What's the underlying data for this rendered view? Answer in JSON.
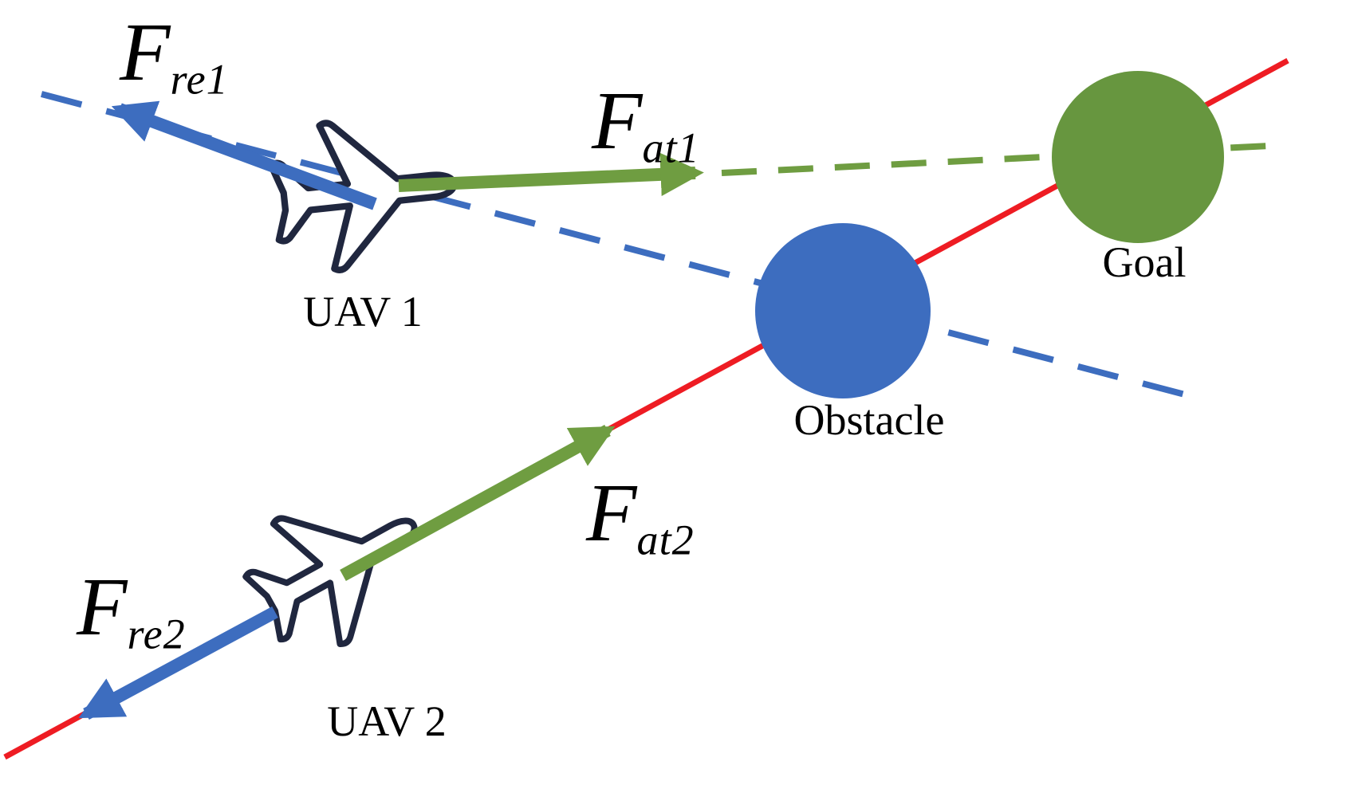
{
  "diagram": {
    "description": "Artificial potential field path-planning figure with two UAVs, an obstacle and a goal",
    "labels": {
      "f_re1": {
        "base": "F",
        "sub": "re1"
      },
      "f_at1": {
        "base": "F",
        "sub": "at1"
      },
      "f_re2": {
        "base": "F",
        "sub": "re2"
      },
      "f_at2": {
        "base": "F",
        "sub": "at2"
      },
      "uav1": "UAV 1",
      "uav2": "UAV 2",
      "goal": "Goal",
      "obstacle": "Obstacle"
    },
    "colors": {
      "attractive_green": "#6f9d41",
      "repulsive_blue": "#3d6dbf",
      "path_red": "#ee1c23",
      "goal_fill": "#67963f",
      "obstacle_fill": "#3d6dbf",
      "plane_outline": "#20273f",
      "plane_fill": "#ffffff",
      "text": "#000000",
      "background": "#ffffff"
    },
    "elements": {
      "arrows": [
        {
          "name": "f-re1-arrow",
          "style": "solid",
          "color_key": "repulsive_blue"
        },
        {
          "name": "f-at1-arrow",
          "style": "solid",
          "color_key": "attractive_green"
        },
        {
          "name": "f-re2-arrow",
          "style": "solid",
          "color_key": "repulsive_blue"
        },
        {
          "name": "f-at2-arrow",
          "style": "solid",
          "color_key": "attractive_green"
        }
      ],
      "lines": [
        {
          "name": "planned-path-line",
          "style": "solid",
          "color_key": "path_red"
        },
        {
          "name": "uav1-obstacle-line",
          "style": "dashed",
          "color_key": "repulsive_blue"
        },
        {
          "name": "uav1-goal-line",
          "style": "dashed",
          "color_key": "attractive_green"
        }
      ],
      "nodes": [
        {
          "name": "obstacle-circle",
          "shape": "circle",
          "label": "Obstacle"
        },
        {
          "name": "goal-circle",
          "shape": "circle",
          "label": "Goal"
        }
      ],
      "icons": [
        {
          "name": "uav1-plane-icon",
          "label": "UAV 1"
        },
        {
          "name": "uav2-plane-icon",
          "label": "UAV 2"
        }
      ]
    }
  }
}
